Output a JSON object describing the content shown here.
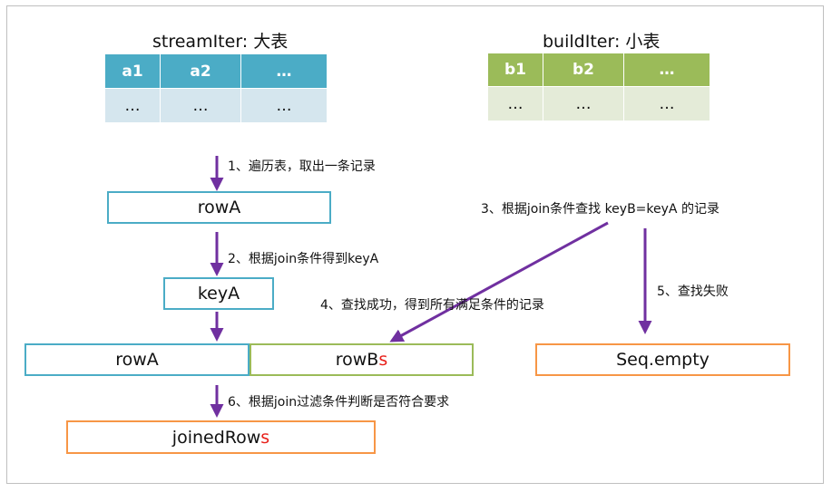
{
  "stream_table": {
    "title": "streamIter: 大表",
    "headers": [
      "a1",
      "a2",
      "…"
    ],
    "row": [
      "…",
      "…",
      "…"
    ]
  },
  "build_table": {
    "title": "buildIter: 小表",
    "headers": [
      "b1",
      "b2",
      "…"
    ],
    "row": [
      "…",
      "…",
      "…"
    ]
  },
  "steps": {
    "s1": "1、遍历表，取出一条记录",
    "s2": "2、根据join条件得到keyA",
    "s3": "3、根据join条件查找 keyB=keyA 的记录",
    "s4": "4、查找成功，得到所有满足条件的记录",
    "s5": "5、查找失败",
    "s6": "6、根据join过滤条件判断是否符合要求"
  },
  "boxes": {
    "rowA_top": "rowA",
    "keyA": "keyA",
    "rowA_bottom": "rowA",
    "rowBs_base": "rowB",
    "rowBs_suffix": "s",
    "seq_empty": "Seq.empty",
    "joined_base": "joinedRow",
    "joined_suffix": "s"
  },
  "colors": {
    "teal": "#4bacc6",
    "green": "#9bbb59",
    "orange": "#f79646",
    "arrow": "#7030a0",
    "highlight": "#e8201a"
  }
}
